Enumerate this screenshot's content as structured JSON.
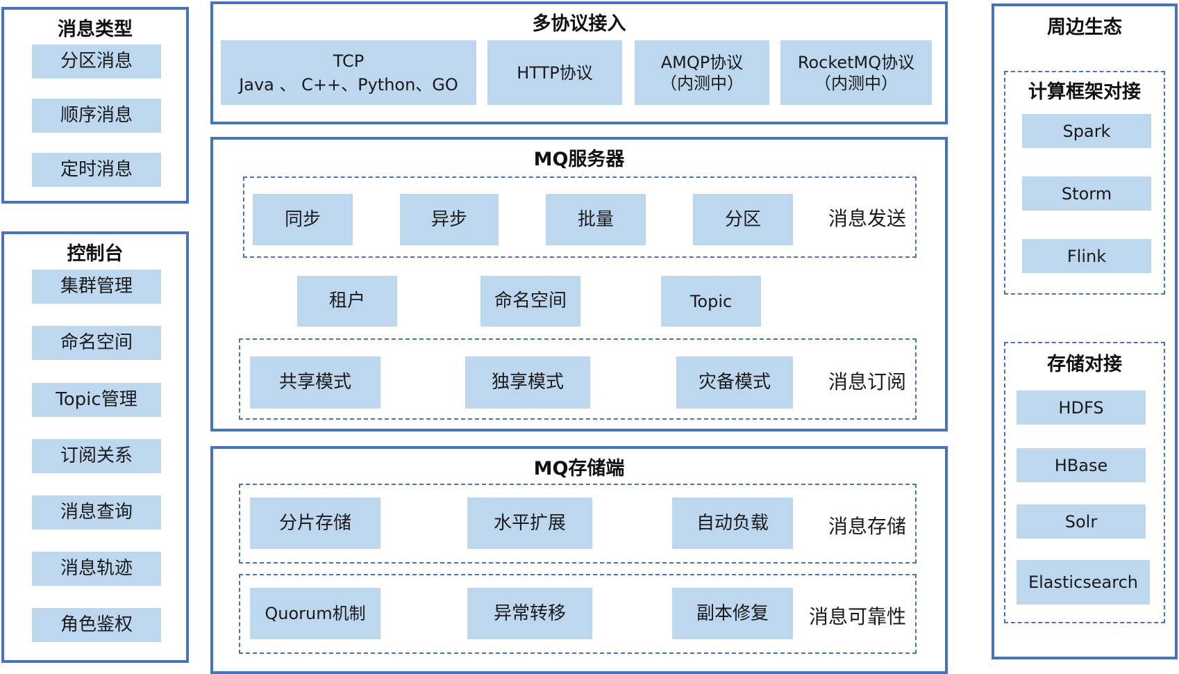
{
  "left_top": {
    "title": "消息类型",
    "items": [
      "分区消息",
      "顺序消息",
      "定时消息"
    ]
  },
  "left_bottom": {
    "title": "控制台",
    "items": [
      "集群管理",
      "命名空间",
      "Topic管理",
      "订阅关系",
      "消息查询",
      "消息轨迹",
      "角色鉴权"
    ]
  },
  "protocol": {
    "title": "多协议接入",
    "tcp_line1": "TCP",
    "tcp_line2": "Java 、 C++、Python、GO",
    "http": "HTTP协议",
    "amqp_line1": "AMQP协议",
    "amqp_line2": "（内测中）",
    "rocketmq_line1": "RocketMQ协议",
    "rocketmq_line2": "（内测中）"
  },
  "server": {
    "title": "MQ服务器",
    "send_items": [
      "同步",
      "异步",
      "批量",
      "分区"
    ],
    "send_label": "消息发送",
    "middle_items": [
      "租户",
      "命名空间",
      "Topic"
    ],
    "subscribe_items": [
      "共享模式",
      "独享模式",
      "灾备模式"
    ],
    "subscribe_label": "消息订阅"
  },
  "storage": {
    "title": "MQ存储端",
    "store_items": [
      "分片存储",
      "水平扩展",
      "自动负载"
    ],
    "store_label": "消息存储",
    "reliability_items": [
      "Quorum机制",
      "异常转移",
      "副本修复"
    ],
    "reliability_label": "消息可靠性"
  },
  "ecosystem": {
    "title": "周边生态",
    "compute_title": "计算框架对接",
    "compute_items": [
      "Spark",
      "Storm",
      "Flink"
    ],
    "storage_title": "存储对接",
    "storage_items": [
      "HDFS",
      "HBase",
      "Solr",
      "Elasticsearch"
    ]
  },
  "colors": {
    "border": "#4472c4",
    "box_fill": "#bdd7ee"
  }
}
